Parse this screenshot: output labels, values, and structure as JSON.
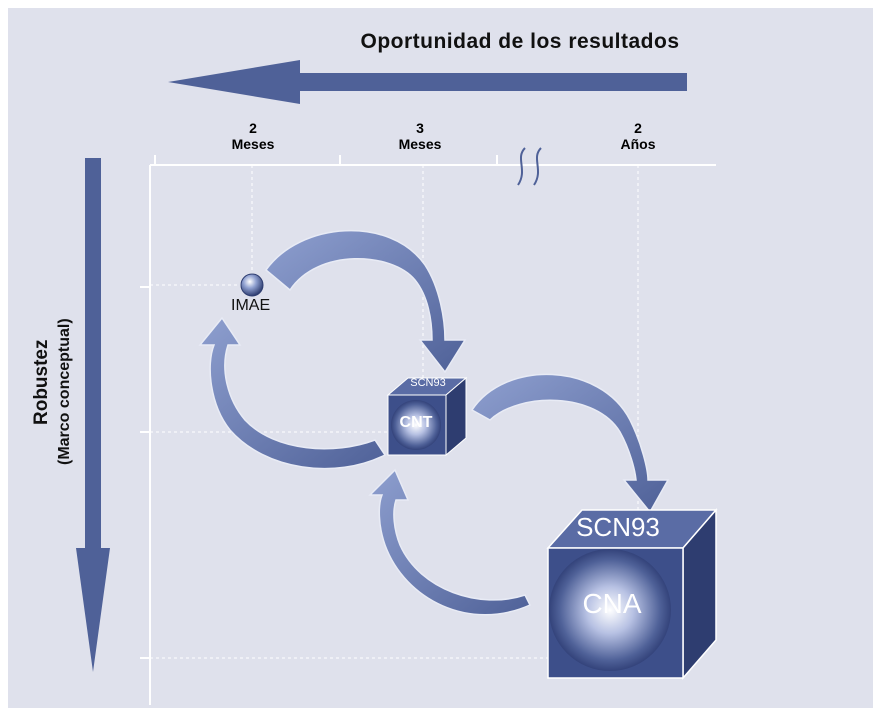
{
  "title": "Oportunidad de los resultados",
  "x_ticks": [
    {
      "line1": "2",
      "line2": "Meses"
    },
    {
      "line1": "3",
      "line2": "Meses"
    },
    {
      "line1": "2",
      "line2": "Años"
    }
  ],
  "y_title": "Robustez",
  "y_subtitle": "(Marco conceptual)",
  "nodes": {
    "imae": "IMAE",
    "cnt_top": "SCN93",
    "cnt_inner": "CNT",
    "cna_top": "SCN93",
    "cna_inner": "CNA"
  },
  "colors": {
    "background": "#dfe1ec",
    "arrow": "#4f6198",
    "cube_front": "#3d4f8a",
    "cube_top": "#5a6ca5",
    "cube_side": "#2e3d70",
    "grid": "#ffffff"
  }
}
